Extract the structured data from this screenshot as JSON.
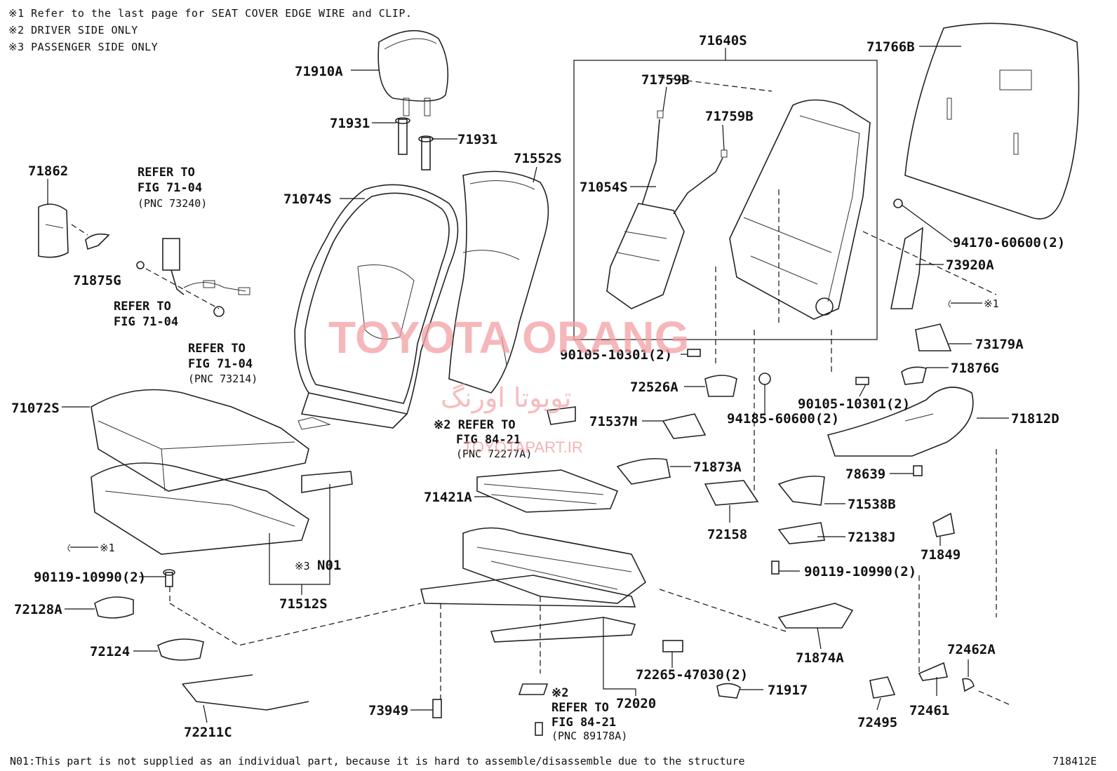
{
  "notes": [
    "※1  Refer to the last page for SEAT COVER EDGE WIRE and CLIP.",
    "※2  DRIVER SIDE ONLY",
    "※3  PASSENGER  SIDE ONLY"
  ],
  "parts": {
    "p71910A": "71910A",
    "p71931a": "71931",
    "p71931b": "71931",
    "p71862": "71862",
    "p71875G": "71875G",
    "p71074S": "71074S",
    "p71552S": "71552S",
    "p71640S": "71640S",
    "p71759Ba": "71759B",
    "p71759Bb": "71759B",
    "p71054S": "71054S",
    "p71766B": "71766B",
    "p94170": "94170-60600(2)",
    "p73920A": "73920A",
    "p73179A": "73179A",
    "p71876G": "71876G",
    "p71812D": "71812D",
    "p90105a": "90105-10301(2)",
    "p90105b": "90105-10301(2)",
    "p72526A": "72526A",
    "p94185": "94185-60600(2)",
    "p71537H": "71537H",
    "p71873A": "71873A",
    "p78639": "78639",
    "p71538B": "71538B",
    "p71421A": "71421A",
    "p72158": "72158",
    "p72138J": "72138J",
    "p71849": "71849",
    "p71072S": "71072S",
    "p90119a": "90119-10990(2)",
    "p90119b": "90119-10990(2)",
    "pN01": "N01",
    "p71512S": "71512S",
    "p72128A": "72128A",
    "p72124": "72124",
    "p72211C": "72211C",
    "p73949": "73949",
    "p72020": "72020",
    "p72265": "72265-47030(2)",
    "p71917": "71917",
    "p71874A": "71874A",
    "p72462A": "72462A",
    "p72461": "72461",
    "p72495": "72495"
  },
  "refs": {
    "r1_l1": "REFER TO",
    "r1_l2": "FIG 71-04",
    "r1_l3": "(PNC 73240)",
    "r2_l1": "REFER TO",
    "r2_l2": "FIG 71-04",
    "r3_l1": "REFER TO",
    "r3_l2": "FIG 71-04",
    "r3_l3": "(PNC 73214)",
    "r4_l1": "※2 REFER TO",
    "r4_l2": "FIG 84-21",
    "r4_l3": "(PNC 72277A)",
    "r5_l1": "※2",
    "r5_l2": "REFER TO",
    "r5_l3": "FIG 84-21",
    "r5_l4": "(PNC 89178A)",
    "mark_n01": "※3",
    "mark_a": "※1",
    "mark_b": "※1"
  },
  "watermark": {
    "main": "TOYOTA ORANG",
    "persian": "تویوتا اورنگ",
    "site": "TOYOTAPART.IR"
  },
  "footnote": "N01:This part is not supplied as an individual part, because it is hard to assemble/disassemble due to the structure",
  "figure_code": "718412E",
  "colors": {
    "ink": "#111111",
    "watermark": "#f4a0a3"
  }
}
